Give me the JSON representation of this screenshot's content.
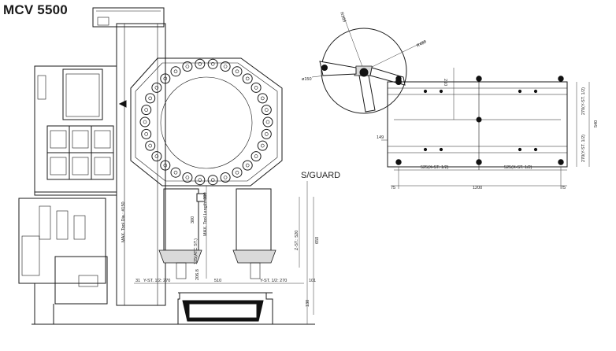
{
  "diagram": {
    "title": "MCV 5500",
    "guard_label": "S/GUARD",
    "colors": {
      "line": "#1a1a1a",
      "fill": "#d9d9d9"
    },
    "labels": {
      "max_tool_dia": "MAX. Tool Dia.: #150",
      "max_tool_length": "MAX. Tool Length: 300",
      "z_stroke": "Z-ST.: 520",
      "y_stroke_left": "Y-ST. 1/2: 270",
      "y_stroke_right": "Y-ST. 1/2: 270",
      "x_stroke_left": "525(X-ST. 1/2)",
      "x_stroke_right": "525(X-ST. 1/2)",
      "y_stroke_upper": "270(Y-ST. 1/2)",
      "y_stroke_lower": "270(Y-ST. 1/2)",
      "spindle_gauge": "125(ATC ST.)",
      "dim_31": "31",
      "dim_510": "510",
      "dim_101": "101",
      "dim_650": "650",
      "dim_130": "130",
      "dim_206": "206.8",
      "dim_300": "300",
      "dim_210": "210",
      "dim_149": "149",
      "dim_540": "540",
      "dim_75_left": "75",
      "dim_1200": "1200",
      "dim_75_right": "75",
      "dim_r165": "R165",
      "dim_phi150": "ø150",
      "dim_r480": "R480"
    }
  }
}
